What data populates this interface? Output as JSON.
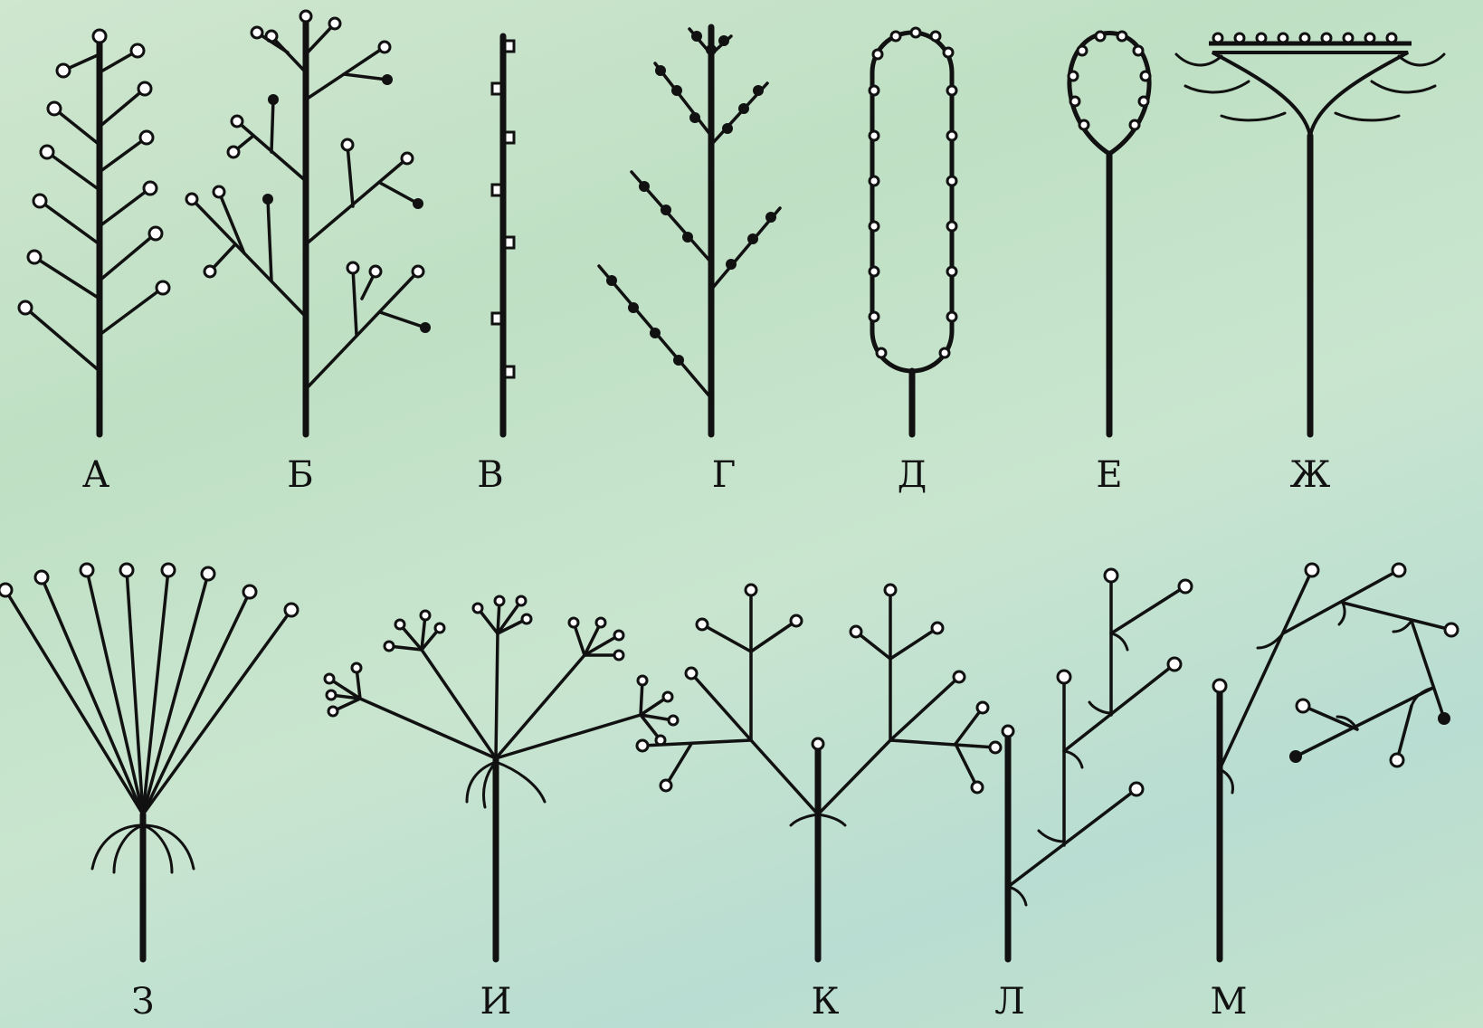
{
  "labels": {
    "a": "А",
    "b": "Б",
    "v": "В",
    "g": "Г",
    "d": "Д",
    "e": "Е",
    "zh": "Ж",
    "z": "З",
    "i": "И",
    "k": "К",
    "l": "Л",
    "m": "М"
  },
  "colors": {
    "background": "#c8e4cc",
    "ink": "#111111"
  }
}
